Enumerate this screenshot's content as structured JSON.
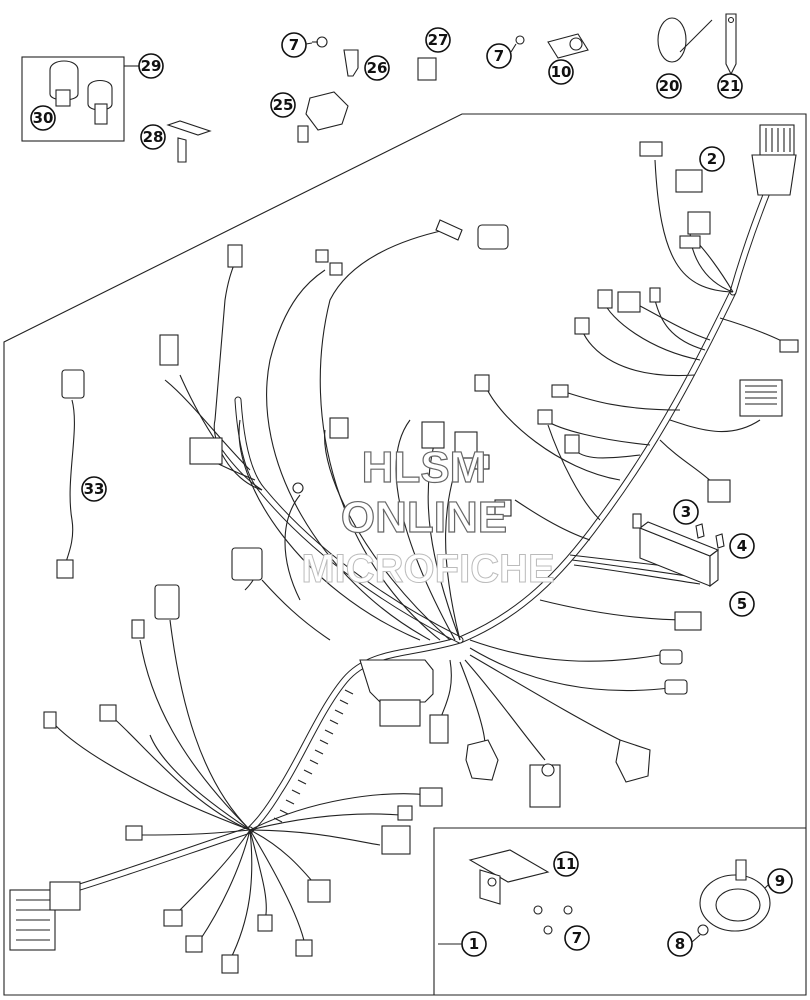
{
  "callouts": {
    "c1": "1",
    "c2": "2",
    "c3": "3",
    "c4": "4",
    "c5": "5",
    "c7a": "7",
    "c7b": "7",
    "c7c": "7",
    "c8": "8",
    "c9": "9",
    "c10": "10",
    "c11": "11",
    "c20": "20",
    "c21": "21",
    "c25": "25",
    "c26": "26",
    "c27": "27",
    "c28": "28",
    "c29": "29",
    "c30": "30",
    "c33": "33"
  },
  "watermark": {
    "line1": "HLSM",
    "line2": "ONLINE",
    "line3": "MICROFICHE"
  },
  "colors": {
    "line": "#222222",
    "background": "#ffffff"
  }
}
